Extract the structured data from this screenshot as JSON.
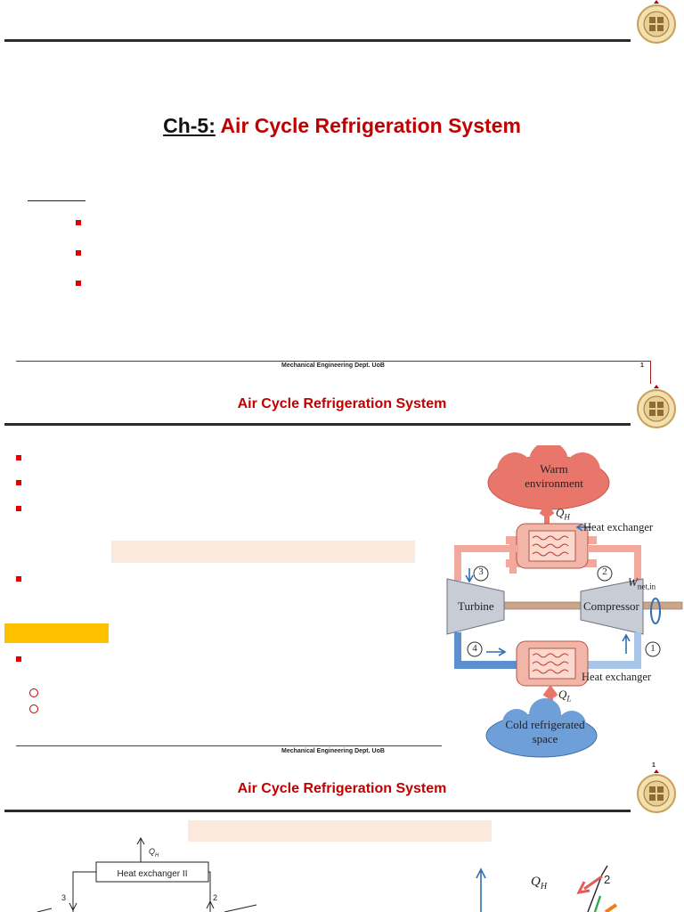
{
  "slide1": {
    "ch_label": "Ch-5:",
    "title": "Air Cycle Refrigeration System",
    "footer": "Mechanical Engineering Dept. UoB",
    "page_num": "1"
  },
  "slide2": {
    "title": "Air Cycle Refrigeration System",
    "footer": "Mechanical Engineering Dept. UoB",
    "diagram": {
      "warm": "Warm environment",
      "qh": "Q",
      "qh_sub": "H",
      "hx_top": "Heat exchanger",
      "node3": "3",
      "node2": "2",
      "wnet": "W",
      "wnet_sub": "net,in",
      "turbine": "Turbine",
      "compressor": "Compressor",
      "node4": "4",
      "node1": "1",
      "hx_bottom": "Heat exchanger",
      "ql": "Q",
      "ql_sub": "L",
      "cold": "Cold refrigerated space"
    },
    "colors": {
      "hot": "#e8766b",
      "cold": "#4e86c6",
      "highlight": "#ffc000",
      "peach": "#fce9dd"
    }
  },
  "slide3": {
    "title": "Air Cycle Refrigeration System",
    "page_num": "1",
    "hx2": "Heat exchanger II",
    "qh_dot": "Q",
    "qh_dot_sub": "H",
    "n3": "3",
    "n2": "2",
    "ts_qh": "Q",
    "ts_qh_sub": "H",
    "ts_n2": "2"
  }
}
